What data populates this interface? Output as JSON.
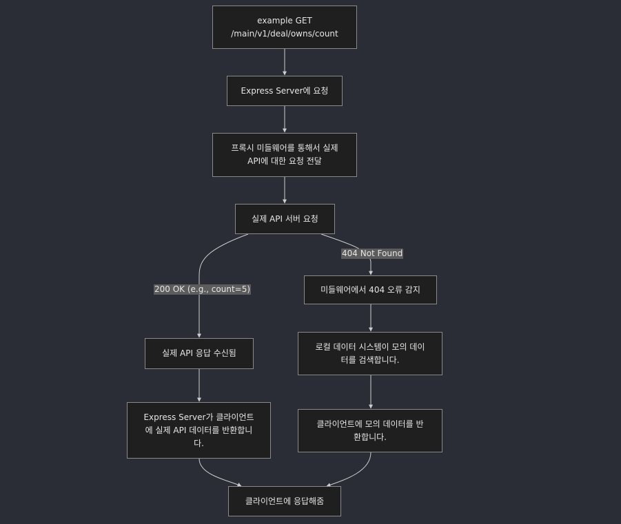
{
  "diagram": {
    "colors": {
      "background": "#2a2d36",
      "node_fill": "#1f1f1f",
      "node_border": "#8a8a8a",
      "edge": "#cfcfcf",
      "edge_label_bg": "#5c5c5c",
      "text": "#e6e6e6"
    },
    "nodes": {
      "start": "example GET\n/main/v1/deal/owns/count",
      "express_request": "Express Server에 요청",
      "proxy": "프록시 미들웨어를 통해서 실제\nAPI에 대한 요청 전달",
      "real_api": "실제 API 서버 요청",
      "detect_404": "미들웨어에서 404 오류 감지",
      "received": "실제 API 응답 수신됨",
      "local_search": "로컬 데이터 시스템이 모의 데이\n터를 검색합니다.",
      "return_real": "Express Server가 클라이언트\n에 실제 API 데이터를 반환합니\n다.",
      "return_mock": "클라이언트에 모의 데이터를 반\n환합니다.",
      "client_response": "클라이언트에 응답해줌"
    },
    "edge_labels": {
      "not_found": "404 Not Found",
      "ok": "200 OK (e.g., count=5)"
    }
  }
}
